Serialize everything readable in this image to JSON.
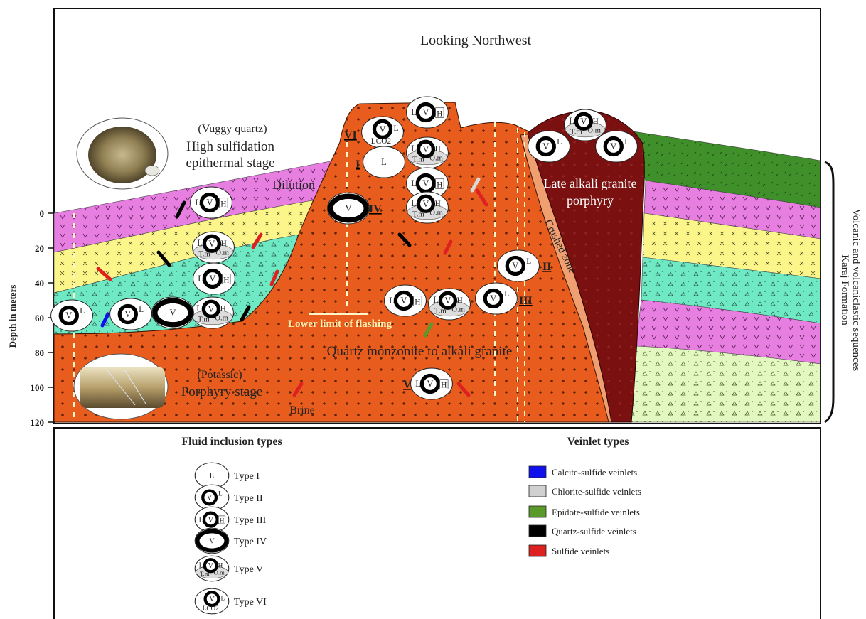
{
  "figure": {
    "title": "Looking Northwest",
    "y_axis": {
      "label": "Depth in meters",
      "ticks": [
        "0",
        "20",
        "40",
        "60",
        "80",
        "100",
        "120"
      ]
    },
    "right_bracket_label_1": "Volcanic and volcaniclastic sequences",
    "right_bracket_label_2": "Karaj Formation",
    "labels": {
      "vuggy": "(Vuggy quartz)",
      "high_sulf_1": "High sulfidation",
      "high_sulf_2": "epithermal stage",
      "dilution": "Dilution",
      "late_granite_1": "Late alkali granite",
      "late_granite_2": "porphyry",
      "crushed_zone": "Crushed zone",
      "lower_limit": "Lower limit of flashing",
      "quartz_monzonite": "Quartz monzonite to alkali granite",
      "potassic": "(Potassic)",
      "porphyry_stage": "Porphyry stage",
      "brine": "Brine"
    },
    "roman_labels": [
      "VI",
      "I",
      "IV",
      "II",
      "III",
      "V"
    ],
    "inclusion_glyphs": {
      "L": "L",
      "V": "V",
      "H": "H",
      "Tm": "T.m",
      "Om": "O.m",
      "LCO2": "LCO2"
    }
  },
  "legend": {
    "fluid_title": "Fluid inclusion types",
    "fluid_types": [
      "Type I",
      "Type II",
      "Type III",
      "Type IV",
      "Type V",
      "Type VI"
    ],
    "veinlet_title": "Veinlet types",
    "veinlet_types": [
      {
        "label": "Calcite-sulfide veinlets",
        "color": "#1010ee"
      },
      {
        "label": "Chlorite-sulfide veinlets",
        "color": "#d0d0d0"
      },
      {
        "label": "Epidote-sulfide veinlets",
        "color": "#5a9a2a"
      },
      {
        "label": "Quartz-sulfide veinlets",
        "color": "#000000"
      },
      {
        "label": "Sulfide veinlets",
        "color": "#dd2020"
      }
    ]
  },
  "colors": {
    "intrusion": "#e85d1e",
    "late_granite": "#7a1010",
    "magenta": "#e67fe0",
    "yellow": "#fbf58a",
    "aqua": "#6fe8c4",
    "green": "#3f8f2a",
    "pale_green": "#e2f8c0"
  }
}
